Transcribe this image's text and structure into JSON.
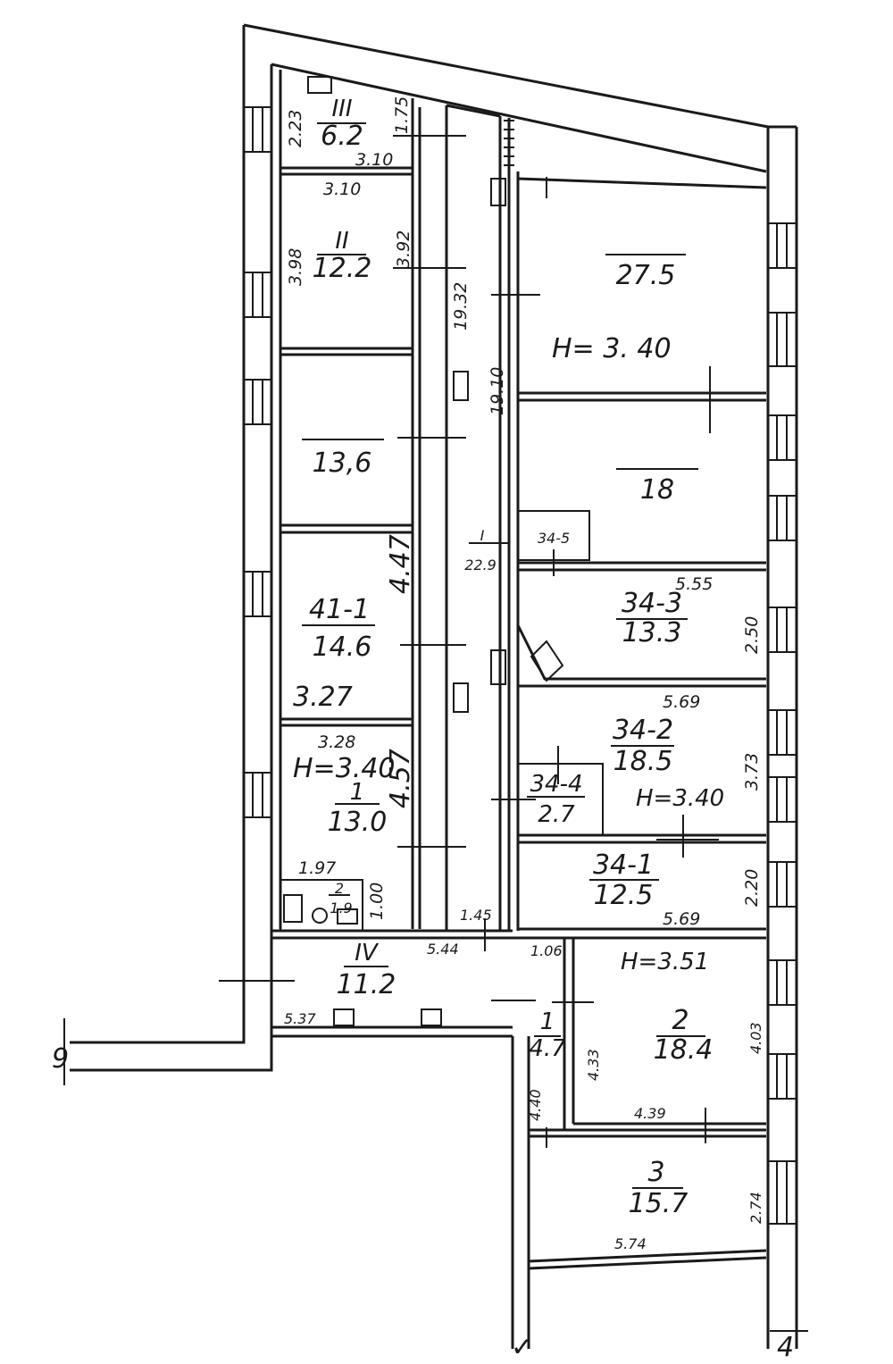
{
  "rooms": {
    "r_iii": {
      "code": "III",
      "area": "6.2"
    },
    "r_ii": {
      "code": "II",
      "area": "12.2"
    },
    "r_136": {
      "area": "13,6"
    },
    "r_41_1": {
      "code": "41-1",
      "area": "14.6"
    },
    "r_i": {
      "code": "1",
      "area": "13.0"
    },
    "r_wc": {
      "code": "2",
      "area": "1.9"
    },
    "r_iv": {
      "code": "IV",
      "area": "11.2"
    },
    "r_275": {
      "area": "27.5"
    },
    "r_18": {
      "area": "18"
    },
    "r_34_5": {
      "code": "34-5"
    },
    "r_34_3": {
      "code": "34-3",
      "area": "13.3"
    },
    "r_34_2": {
      "code": "34-2",
      "area": "18.5"
    },
    "r_34_4": {
      "code": "34-4",
      "area": "2.7"
    },
    "r_34_1": {
      "code": "34-1",
      "area": "12.5"
    },
    "r_corr1": {
      "code": "1",
      "area": "4.7"
    },
    "r_2": {
      "code": "2",
      "area": "18.4"
    },
    "r_3": {
      "code": "3",
      "area": "15.7"
    },
    "r_corr": {
      "code": "I",
      "area": "22.9"
    }
  },
  "heights": {
    "h1": "H= 3. 40",
    "h2": "H=3.40",
    "h3": "H=3.40",
    "h4": "H=3.51"
  },
  "dims": {
    "d_223": "2.23",
    "d_175": "1.75",
    "d_310a": "3.10",
    "d_310b": "3.10",
    "d_398": "3.98",
    "d_392": "3.92",
    "d_1932": "19.32",
    "d_1910": "19.10",
    "d_447": "4.47",
    "d_327": "3.27",
    "d_328": "3.28",
    "d_457": "4.57",
    "d_197": "1.97",
    "d_100": "1.00",
    "d_145": "1.45",
    "d_544": "5.44",
    "d_537": "5.37",
    "d_555": "5.55",
    "d_250": "2.50",
    "d_569a": "5.69",
    "d_373": "3.73",
    "d_220": "2.20",
    "d_569b": "5.69",
    "d_106": "1.06",
    "d_433": "4.33",
    "d_403": "4.03",
    "d_439": "4.39",
    "d_440": "4.40",
    "d_274": "2.74",
    "d_574": "5.74"
  },
  "section_marks": {
    "left": "9",
    "bottom": "4"
  }
}
